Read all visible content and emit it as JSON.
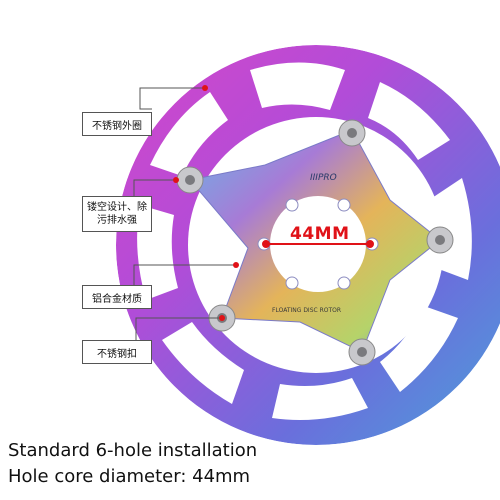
{
  "labels": {
    "outer_ring": "不锈钢外圈",
    "hollow_design_line1": "镂空设计、除",
    "hollow_design_line2": "污排水强",
    "aluminum_body": "铝合金材质",
    "rivet": "不锈钢扣"
  },
  "dimension_label": "44MM",
  "rotor_text": {
    "brand": "IIIPRO",
    "model": "FLOATING DISC ROTOR"
  },
  "captions": {
    "line1": "Standard 6-hole installation",
    "line2": "Hole core diameter: 44mm"
  },
  "colors": {
    "callout_red": "#e01218",
    "ring_pink": "#c24bd2",
    "ring_purple": "#8c4fd6",
    "ring_blue": "#5a73d9"
  }
}
